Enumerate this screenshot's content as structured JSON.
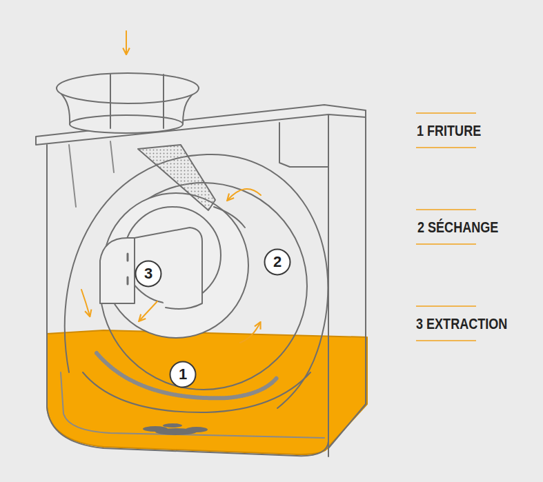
{
  "diagram": {
    "nodes": [
      {
        "text": [
          "3"
        ]
      },
      {
        "text": [
          "2"
        ]
      },
      {
        "text": [
          "1"
        ]
      }
    ],
    "labels": [
      "1 FRITURE",
      "2 SÉCHANGE",
      "3 EXTRACTION"
    ]
  }
}
